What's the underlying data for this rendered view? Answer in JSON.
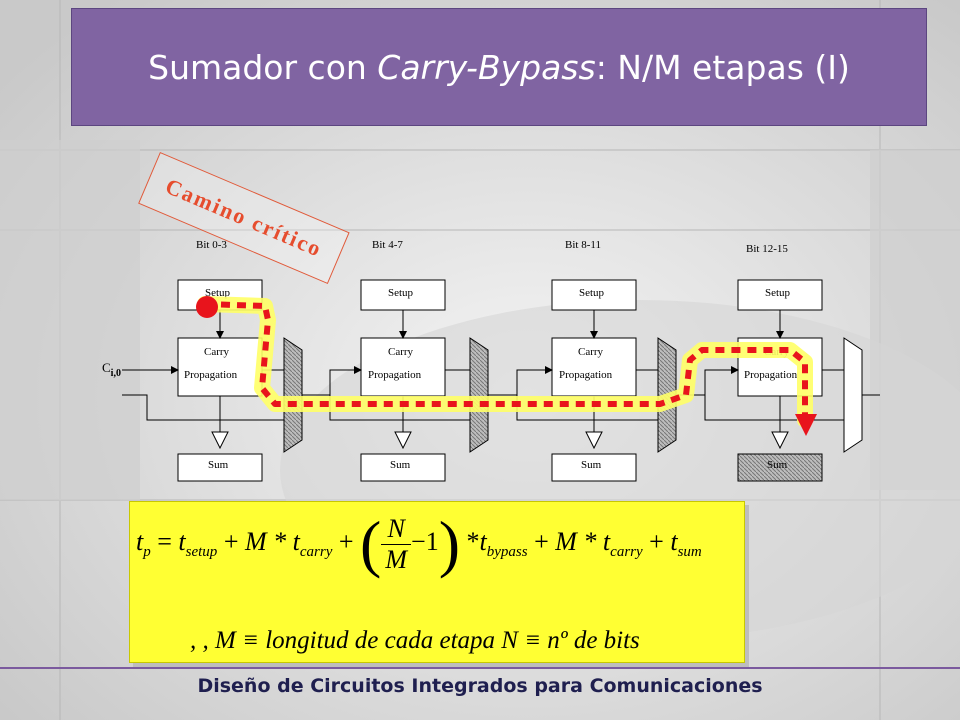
{
  "slide": {
    "title_prefix": "Sumador con ",
    "title_italic": "Carry-Bypass",
    "title_suffix": ": N/M etapas (I)",
    "annotation": "Camino crítico",
    "footer": "Diseño de Circuitos Integrados para Comunicaciones"
  },
  "diagram": {
    "input_label": "C",
    "input_subscript": "i,0",
    "blocks": [
      {
        "bits": "Bit 0-3",
        "setup": "Setup",
        "carry": "Carry",
        "propagation": "Propagation",
        "sum": "Sum"
      },
      {
        "bits": "Bit 4-7",
        "setup": "Setup",
        "carry": "Carry",
        "propagation": "Propagation",
        "sum": "Sum"
      },
      {
        "bits": "Bit 8-11",
        "setup": "Setup",
        "carry": "Carry",
        "propagation": "Propagation",
        "sum": "Sum"
      },
      {
        "bits": "Bit 12-15",
        "setup": "Setup",
        "carry": "Carry",
        "propagation": "Propagation",
        "sum": "Sum"
      }
    ],
    "highlight_color": "#ffff66",
    "path_color": "#e8141c"
  },
  "formula": {
    "line1": {
      "lhs": "t",
      "lhs_sub": "p",
      "t1": "t",
      "t1_sub": "setup",
      "t2": "M * t",
      "t2_sub": "carry",
      "frac_num": "N",
      "frac_den": "M",
      "minus_one": "−1",
      "t3": "t",
      "t3_sub": "bypass",
      "t4": "M * t",
      "t4_sub": "carry",
      "t5": "t",
      "t5_sub": "sum"
    },
    "line2": ", ,    M ≡ longitud   de cada etapa    N ≡ nº de bits"
  },
  "colors": {
    "title_bg": "#8064a2",
    "formula_bg": "#ffff33",
    "annotation": "#e64d2e"
  }
}
